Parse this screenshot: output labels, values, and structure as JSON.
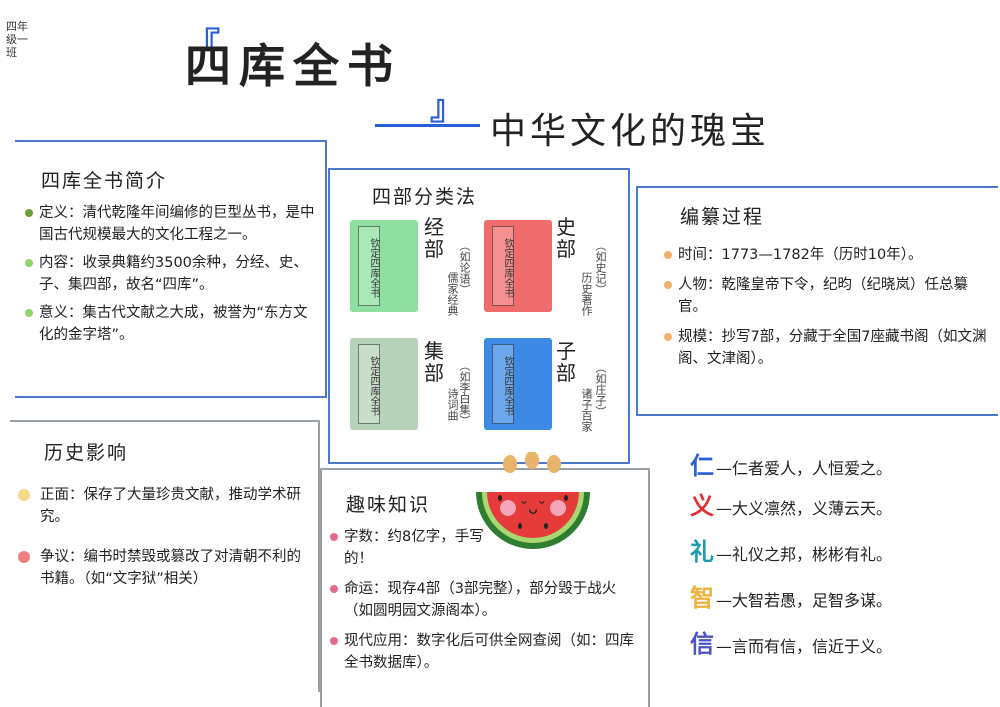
{
  "corner_label": "四年级一班",
  "title": {
    "main": "四库全书",
    "sub": "中华文化的瑰宝",
    "bracket_open": "『",
    "bracket_close": "』"
  },
  "intro": {
    "heading": "四库全书简介",
    "items": [
      {
        "text": "定义：清代乾隆年间编修的巨型丛书，是中国古代规模最大的文化工程之一。",
        "color": "#6a9f3a"
      },
      {
        "text": "内容：收录典籍约3500余种，分经、史、子、集四部，故名“四库”。",
        "color": "#8fd46a"
      },
      {
        "text": "意义：集古代文献之大成，被誉为“东方文化的金字塔”。",
        "color": "#8fd46a"
      }
    ]
  },
  "four_part": {
    "heading": "四部分类法",
    "book_label": "钦定四库全书",
    "categories": [
      {
        "name": "经部",
        "desc": [
          "儒家经典",
          "（如论语）"
        ],
        "color": "#8fe0a0"
      },
      {
        "name": "史部",
        "desc": [
          "历史著作",
          "（如史记）"
        ],
        "color": "#f06b6b"
      },
      {
        "name": "集部",
        "desc": [
          "诗词曲",
          "（如李白集）"
        ],
        "color": "#b6d2b8"
      },
      {
        "name": "子部",
        "desc": [
          "诸子百家",
          "（如庄子）"
        ],
        "color": "#3c8ae6"
      }
    ]
  },
  "process": {
    "heading": "编纂过程",
    "items": [
      {
        "text": "时间：1773—1782年（历时10年）。",
        "color": "#f2b16b"
      },
      {
        "text": "人物：乾隆皇帝下令，纪昀（纪晓岚）任总纂官。",
        "color": "#f2b16b"
      },
      {
        "text": "规模：抄写7部，分藏于全国7座藏书阁（如文渊阁、文津阁）。",
        "color": "#f2b16b"
      }
    ]
  },
  "history": {
    "heading": "历史影响",
    "items": [
      {
        "text": "正面：保存了大量珍贵文献，推动学术研究。",
        "color": "#f5d98a"
      },
      {
        "text": "争议：编书时禁毁或篡改了对清朝不利的书籍。（如“文字狱”相关）",
        "color": "#f08080"
      }
    ]
  },
  "fun": {
    "heading": "趣味知识",
    "items": [
      {
        "text": "字数：约8亿字，手写的！",
        "color": "#e86a8a"
      },
      {
        "text": "命运：现存4部（3部完整），部分毁于战火（如圆明园文源阁本）。",
        "color": "#e86a8a"
      },
      {
        "text": "现代应用：数字化后可供全网查阅（如：四库全书数据库）。",
        "color": "#e86a8a"
      }
    ]
  },
  "virtues": [
    {
      "char": "仁",
      "text": "—仁者爱人，人恒爱之。",
      "color": "#2b5fd9"
    },
    {
      "char": "义",
      "text": "—大义凛然，义薄云天。",
      "color": "#e23030"
    },
    {
      "char": "礼",
      "text": "—礼仪之邦，彬彬有礼。",
      "color": "#1f9ab0"
    },
    {
      "char": "智",
      "text": "—大智若愚，足智多谋。",
      "color": "#f0b23c"
    },
    {
      "char": "信",
      "text": "—言而有信，信近于义。",
      "color": "#4b52c8"
    }
  ]
}
